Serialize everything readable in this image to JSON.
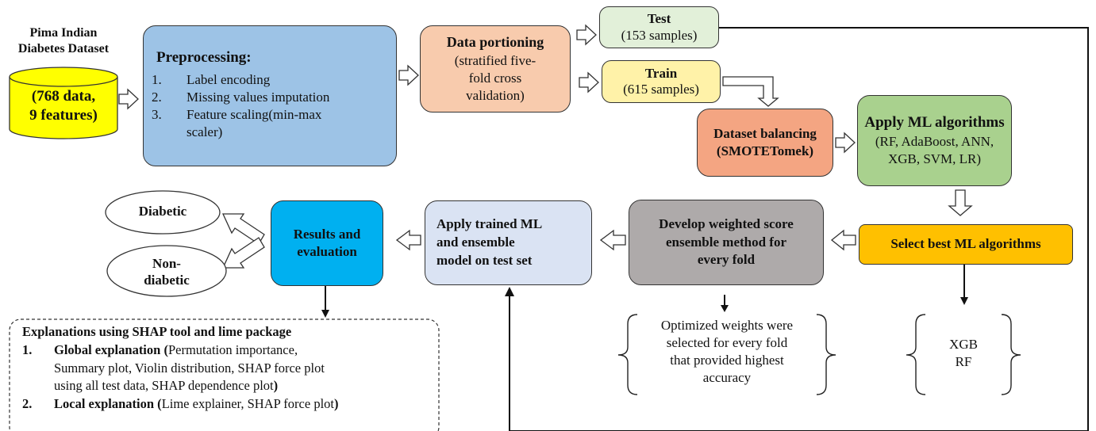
{
  "dataset": {
    "title_line1": "Pima Indian",
    "title_line2": "Diabetes Dataset",
    "cyl_line1": "(768 data,",
    "cyl_line2": "9 features)",
    "cyl_color": "#ffff00"
  },
  "preprocessing": {
    "title": "Preprocessing:",
    "items": [
      {
        "num": "1.",
        "text": "Label encoding"
      },
      {
        "num": "2.",
        "text": "Missing values imputation"
      },
      {
        "num": "3.",
        "text": "Feature scaling(min-max"
      }
    ],
    "item3_cont": "scaler)",
    "color": "#9dc3e6"
  },
  "portioning": {
    "title": "Data portioning",
    "line1": "(stratified five-",
    "line2": "fold cross",
    "line3": "validation)",
    "color": "#f8cbad"
  },
  "test": {
    "title": "Test",
    "sub": "(153 samples)",
    "color": "#e2f0d9"
  },
  "train": {
    "title": "Train",
    "sub": "(615 samples)",
    "color": "#fff2a8"
  },
  "balancing": {
    "line1": "Dataset balancing",
    "line2": "(SMOTETomek)",
    "color": "#f4a582"
  },
  "apply_ml": {
    "title": "Apply ML algorithms",
    "line1": "(RF, AdaBoost, ANN,",
    "line2": "XGB, SVM, LR)",
    "color": "#a9d18e"
  },
  "select_best": {
    "label": "Select best ML algorithms",
    "color": "#ffc000"
  },
  "weighted": {
    "line1": "Develop weighted score",
    "line2": "ensemble method for",
    "line3": "every fold",
    "color": "#aeaaaa"
  },
  "apply_trained": {
    "line1": "Apply trained ML",
    "line2": "and ensemble",
    "line3": "model on test set",
    "color": "#dae3f3"
  },
  "results": {
    "line1": "Results and",
    "line2": "evaluation",
    "color": "#00b0f0"
  },
  "diabetic": "Diabetic",
  "nondiabetic": {
    "line1": "Non-",
    "line2": "diabetic"
  },
  "weights_note": {
    "line1": "Optimized weights were",
    "line2": "selected for every fold",
    "line3": "that provided highest",
    "line4": "accuracy"
  },
  "best_algos": {
    "line1": "XGB",
    "line2": "RF"
  },
  "explanations": {
    "title": "Explanations using SHAP tool and lime package",
    "item1_num": "1.",
    "item1_bold": "Global explanation (",
    "item1_rest": "Permutation importance,",
    "item1_line2": "Summary plot, Violin distribution, SHAP force plot",
    "item1_line3a": "using all test data, SHAP dependence plot",
    "item1_line3b": ")",
    "item2_num": "2.",
    "item2_bold": "Local explanation (",
    "item2_rest": "Lime explainer, SHAP force plot",
    "item2_end": ")"
  }
}
